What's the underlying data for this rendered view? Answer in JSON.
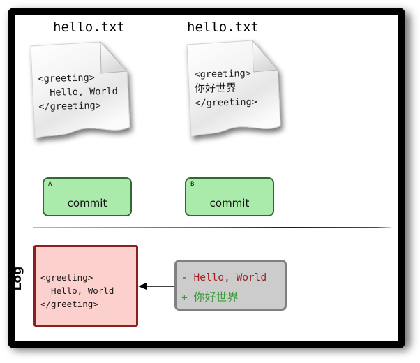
{
  "diagram": {
    "title": "git commit and diff log diagram",
    "colors": {
      "frame_border": "#000000",
      "commit_fill": "#aaeaaa",
      "commit_border": "#2f6b2f",
      "log_fill": "#fcd0cc",
      "log_border": "#8b2020",
      "diff_fill": "#cccccc",
      "diff_border": "#808080",
      "diff_removed_text": "#a02020",
      "diff_added_text": "#3a9a3a"
    }
  },
  "documents": [
    {
      "title": "hello.txt",
      "icon": "document-icon",
      "line1": "<greeting>",
      "line2": "  Hello, World",
      "line3": "</greeting>"
    },
    {
      "title": "hello.txt",
      "icon": "document-icon",
      "line1": "<greeting>",
      "line2": "  ",
      "line2_cjk": "你好世界",
      "line3": "</greeting>"
    }
  ],
  "commits": [
    {
      "tag": "A",
      "label": "commit"
    },
    {
      "tag": "B",
      "label": "commit"
    }
  ],
  "log": {
    "label": "Log",
    "entry": {
      "line1": "<greeting>",
      "line2": "  Hello, World",
      "line3": "</greeting>"
    }
  },
  "diff": {
    "removed_marker": "- ",
    "removed_text": "Hello, World",
    "added_marker": "+ ",
    "added_text": "你好世界"
  },
  "arrow": {
    "name": "arrow-left",
    "direction": "left"
  }
}
